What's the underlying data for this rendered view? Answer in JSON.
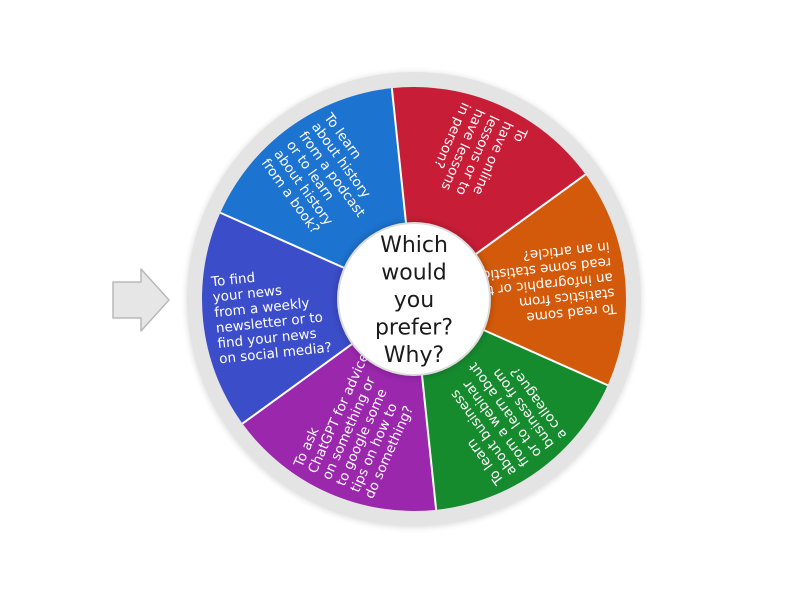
{
  "wheel": {
    "center_label": [
      "Which",
      "would",
      "you",
      "prefer?",
      "Why?"
    ],
    "segments": [
      {
        "color": "#c81d36",
        "lines": [
          "To",
          "have online",
          "lessons or to",
          "have lessons",
          "in person?"
        ]
      },
      {
        "color": "#d35a0a",
        "lines": [
          "To read some",
          "statistics from",
          "an infographic or to",
          "read some statistics",
          "in an article?"
        ]
      },
      {
        "color": "#168b2e",
        "lines": [
          "To learn",
          "about business",
          "from a webinar",
          "or to learn about",
          "business from",
          "a colleague?"
        ]
      },
      {
        "color": "#9b27ad",
        "lines": [
          "To ask",
          "ChatGPT for advice",
          "on something or",
          "to google some",
          "tips on how to",
          "do something?"
        ]
      },
      {
        "color": "#3c4dc9",
        "lines": [
          "To find",
          "your news",
          "from a weekly",
          "newsletter or to",
          "find your news",
          "on social media?"
        ]
      },
      {
        "color": "#1d73d0",
        "lines": [
          "To learn",
          "about history",
          "from a podcast",
          "or to learn",
          "about history",
          "from a book?"
        ]
      }
    ],
    "rim_color": "#e4e4e4",
    "divider_color": "#ffffff",
    "hub_color": "#ffffff"
  },
  "pointer": {
    "icon": "arrow-right-icon",
    "fill": "#e6e6e6",
    "stroke": "#b9b9b9"
  }
}
